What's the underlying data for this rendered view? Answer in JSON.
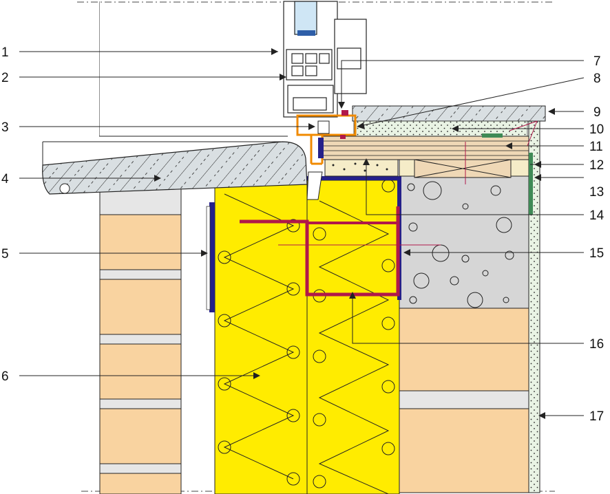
{
  "callouts_left": [
    {
      "label": "1"
    },
    {
      "label": "2"
    },
    {
      "label": "3"
    },
    {
      "label": "4"
    },
    {
      "label": "5"
    },
    {
      "label": "6"
    }
  ],
  "callouts_right": [
    {
      "label": "7"
    },
    {
      "label": "8"
    },
    {
      "label": "9"
    },
    {
      "label": "10"
    },
    {
      "label": "11"
    },
    {
      "label": "12"
    },
    {
      "label": "13"
    },
    {
      "label": "14"
    },
    {
      "label": "15"
    },
    {
      "label": "16"
    },
    {
      "label": "17"
    }
  ],
  "colors": {
    "insulation": "#ffec00",
    "brick": "#f9d3a0",
    "concrete": "#d6d6d6",
    "render": "#e9f3e4",
    "mortar": "#e6e6e6",
    "sill": "#d9dfe2",
    "seal": "#25208a",
    "steel": "#b0184a",
    "frame": "#f08a00",
    "wood": "#efd8b6"
  }
}
